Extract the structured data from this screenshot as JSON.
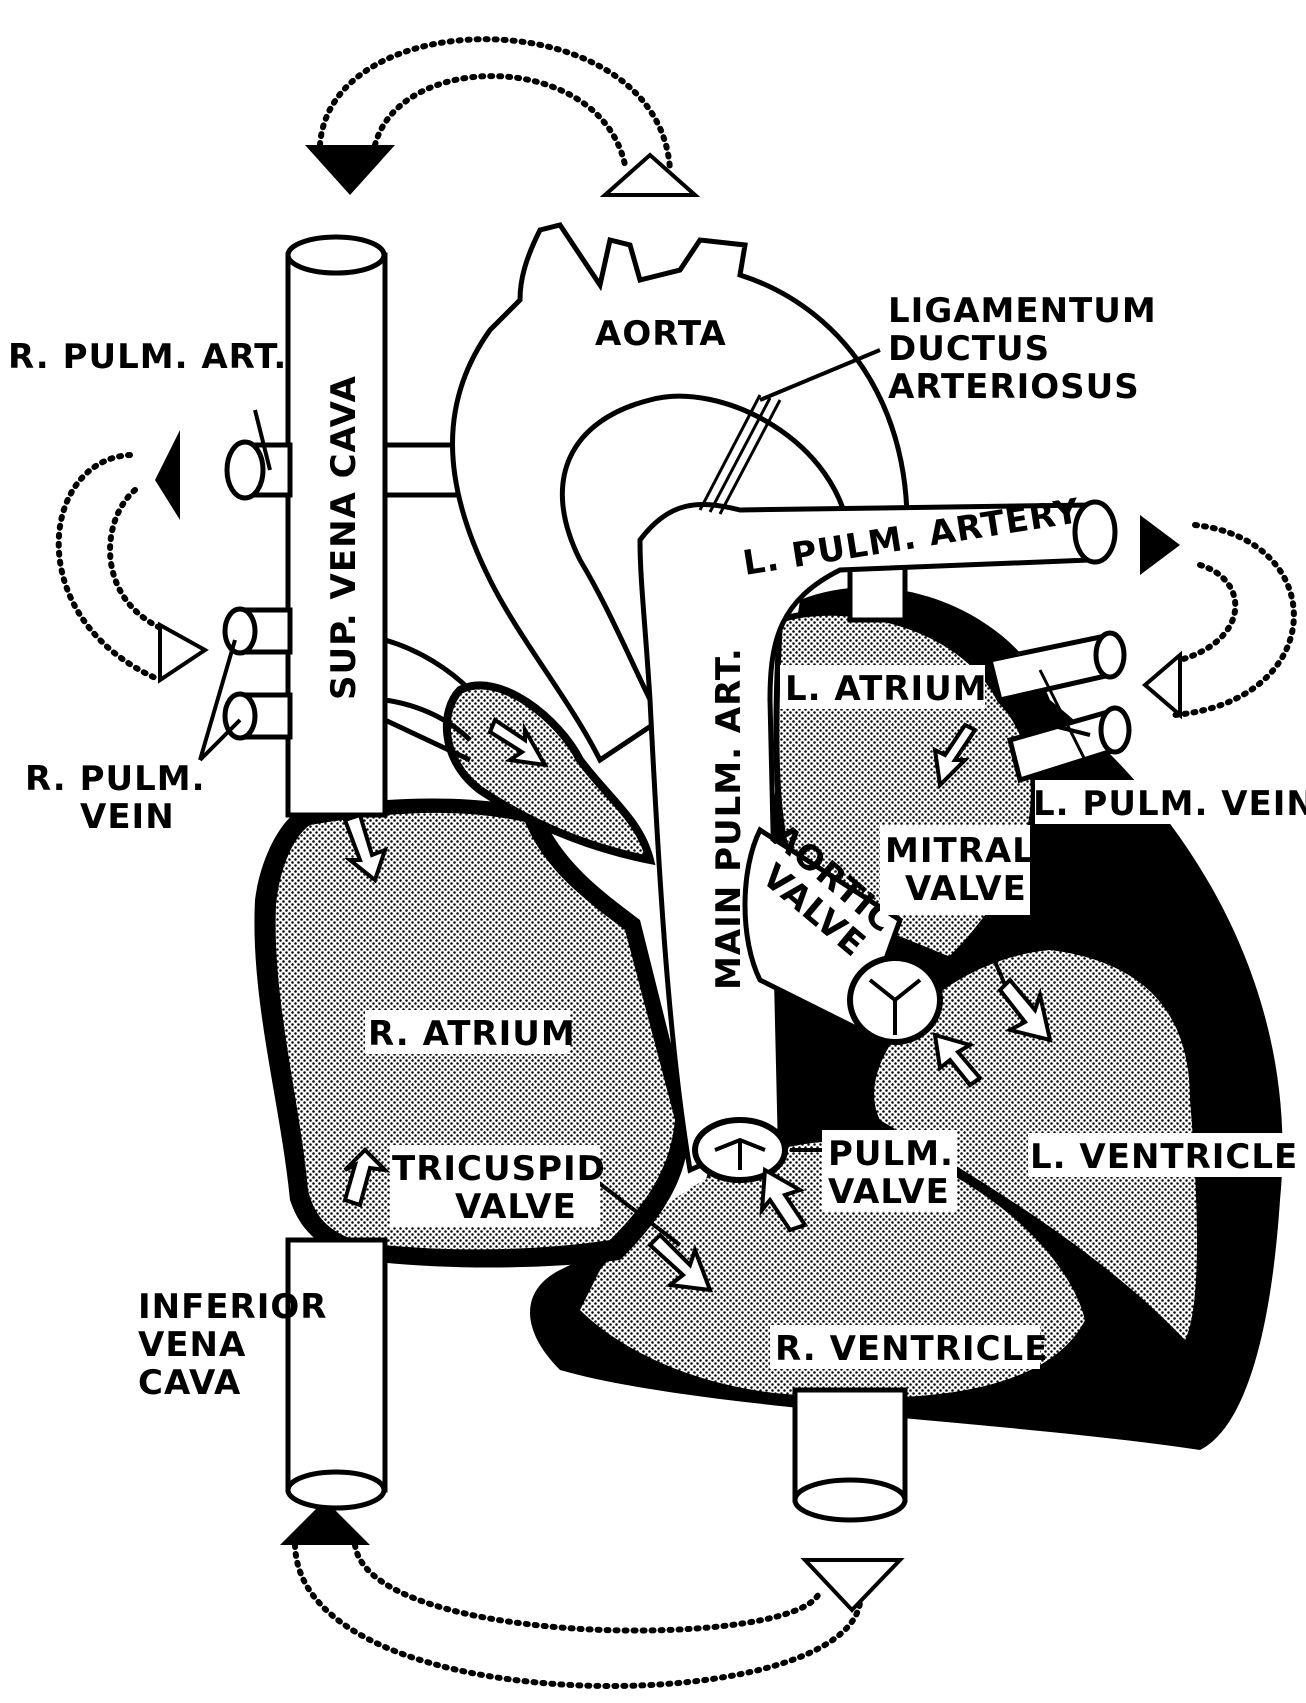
{
  "labels": {
    "r_pulm_art": "R. PULM. ART.",
    "sup_vena_cava": "SUP. VENA CAVA",
    "aorta": "AORTA",
    "ligamentum_line1": "LIGAMENTUM",
    "ligamentum_line2": "DUCTUS",
    "ligamentum_line3": "ARTERIOSUS",
    "l_pulm_artery": "L. PULM. ARTERY",
    "l_atrium": "L. ATRIUM",
    "main_pulm_art": "MAIN PULM. ART.",
    "aortic_line1": "AORTIC",
    "aortic_line2": "VALVE",
    "mitral_line1": "MITRAL",
    "mitral_line2": "VALVE",
    "l_pulm_vein": "L. PULM. VEIN",
    "r_pulm_vein_line1": "R. PULM.",
    "r_pulm_vein_line2": "VEIN",
    "r_atrium": "R. ATRIUM",
    "tricuspid_line1": "TRICUSPID",
    "tricuspid_line2": "VALVE",
    "pulm_valve_line1": "PULM.",
    "pulm_valve_line2": "VALVE",
    "l_ventricle": "L. VENTRICLE",
    "r_ventricle": "R. VENTRICLE",
    "inferior_line1": "INFERIOR",
    "inferior_line2": "VENA",
    "inferior_line3": "CAVA"
  },
  "colors": {
    "ink": "#000000",
    "paper": "#ffffff",
    "chamber_stipple": "#b5b5b5"
  }
}
